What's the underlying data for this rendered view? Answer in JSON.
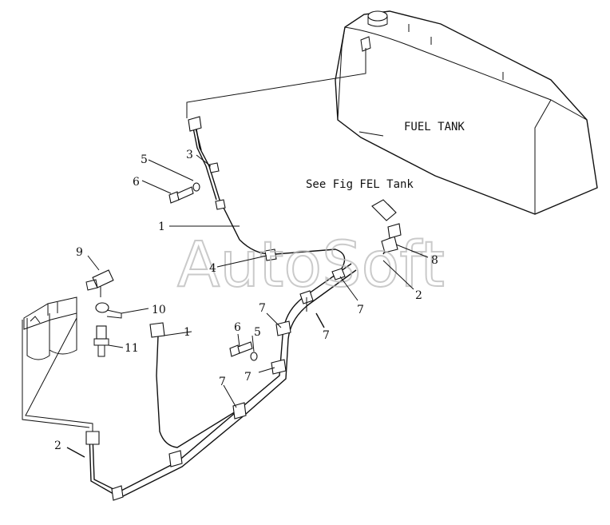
{
  "fuel_tank_label": "FUEL TANK",
  "reference_note": "See Fig FEL Tank",
  "watermark": "AutoSoft",
  "callouts": {
    "c1a": "1",
    "c1b": "1",
    "c2a": "2",
    "c2b": "2",
    "c3": "3",
    "c4": "4",
    "c5a": "5",
    "c5b": "5",
    "c6a": "6",
    "c6b": "6",
    "c7a": "7",
    "c7b": "7",
    "c7c": "7",
    "c7d": "7",
    "c7e": "7",
    "c8": "8",
    "c9": "9",
    "c10": "10",
    "c11": "11"
  }
}
